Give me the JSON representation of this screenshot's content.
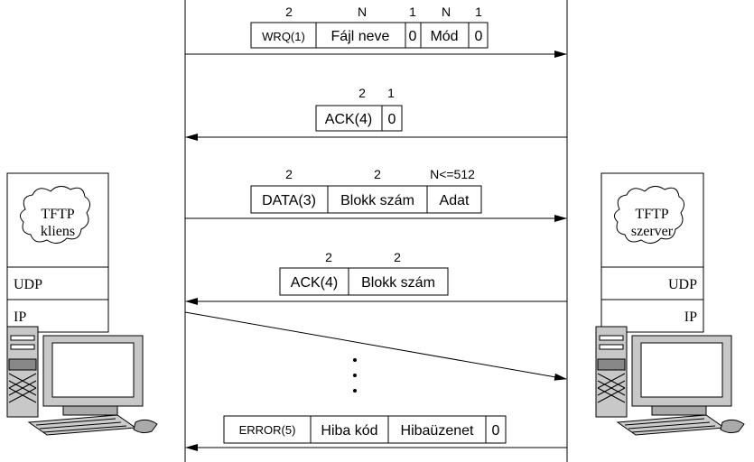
{
  "client": {
    "app_label": [
      "TFTP",
      "kliens"
    ],
    "layers": [
      "UDP",
      "IP"
    ]
  },
  "server": {
    "app_label": [
      "TFTP",
      "szerver"
    ],
    "layers": [
      "UDP",
      "IP"
    ]
  },
  "packets": [
    {
      "direction": "to-server",
      "sizes": [
        "2",
        "N",
        "1",
        "N",
        "1"
      ],
      "fields": [
        "WRQ(1)",
        "Fájl neve",
        "0",
        "Mód",
        "0"
      ]
    },
    {
      "direction": "to-client",
      "sizes": [
        "2",
        "1"
      ],
      "fields": [
        "ACK(4)",
        "0"
      ]
    },
    {
      "direction": "to-server",
      "sizes": [
        "2",
        "2",
        "N<=512"
      ],
      "fields": [
        "DATA(3)",
        "Blokk szám",
        "Adat"
      ]
    },
    {
      "direction": "to-client",
      "sizes": [
        "2",
        "2"
      ],
      "fields": [
        "ACK(4)",
        "Blokk szám"
      ]
    },
    {
      "direction": "to-server",
      "sizes": [],
      "fields": []
    },
    {
      "direction": "to-client",
      "sizes": [],
      "fields": [
        "ERROR(5)",
        "Hiba kód",
        "Hibaüzenet",
        "0"
      ]
    }
  ],
  "ellipsis": [
    "•",
    "•",
    "•"
  ]
}
